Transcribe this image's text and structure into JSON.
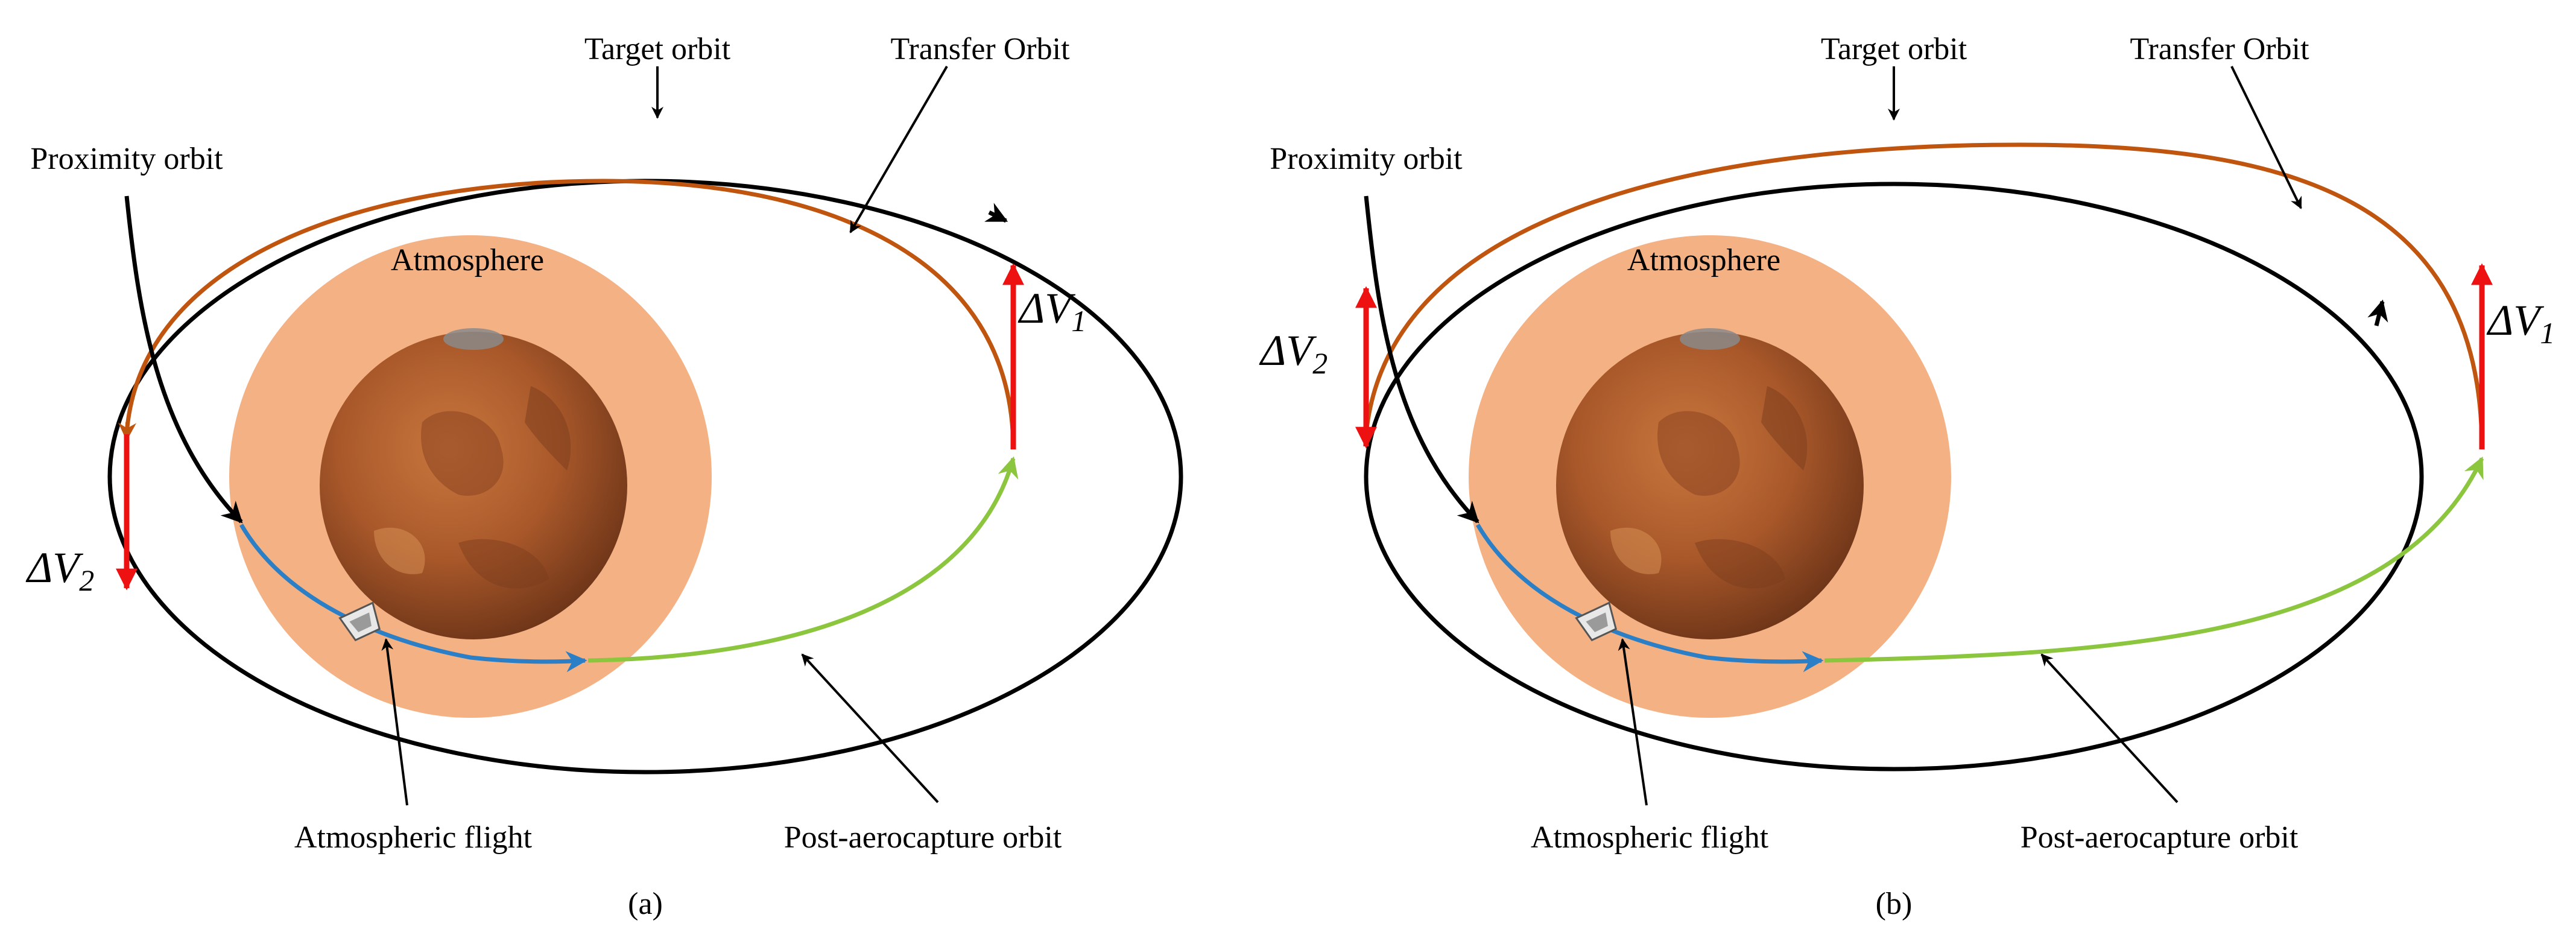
{
  "colors": {
    "target_orbit": "#000000",
    "transfer_orbit": "#c0550f",
    "post_orbit": "#8cc63f",
    "atmospheric_flight": "#2a7fc7",
    "delta_v": "#ee1111",
    "atmosphere": "#f4b184",
    "mars": "#b8652e"
  },
  "panels": [
    {
      "caption": "(a)",
      "labels": {
        "target_orbit": "Target orbit",
        "transfer_orbit": "Transfer Orbit",
        "proximity_orbit": "Proximity orbit",
        "atmosphere": "Atmosphere",
        "atmospheric_flight": "Atmospheric flight",
        "post_aerocapture_orbit": "Post-aerocapture orbit"
      },
      "dv1": {
        "symbol": "ΔV",
        "sub": "1"
      },
      "dv2": {
        "symbol": "ΔV",
        "sub": "2"
      }
    },
    {
      "caption": "(b)",
      "labels": {
        "target_orbit": "Target orbit",
        "transfer_orbit": "Transfer Orbit",
        "proximity_orbit": "Proximity orbit",
        "atmosphere": "Atmosphere",
        "atmospheric_flight": "Atmospheric flight",
        "post_aerocapture_orbit": "Post-aerocapture orbit"
      },
      "dv1": {
        "symbol": "ΔV",
        "sub": "1"
      },
      "dv2": {
        "symbol": "ΔV",
        "sub": "2"
      }
    }
  ]
}
